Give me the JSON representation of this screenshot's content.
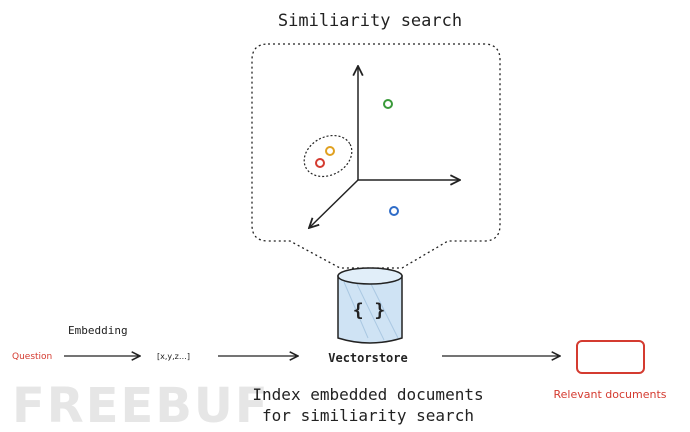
{
  "diagram": {
    "title": "Similiarity search",
    "question_label": "Question",
    "embedding_label": "Embedding",
    "vector_label": "[x,y,z…]",
    "vectorstore_label": "Vectorstore",
    "vectorstore_glyph": "{ }",
    "caption_line1": "Index embedded documents",
    "caption_line2": "for similiarity search",
    "output_label": "Relevant documents",
    "watermark": "FREEBUF"
  },
  "colors": {
    "ink": "#222222",
    "red": "#d43b30",
    "green": "#3a9a3a",
    "orange": "#e0a020",
    "blue": "#2f6cc8",
    "store_fill": "#cfe3f4",
    "watermark": "#e6e6e6"
  }
}
